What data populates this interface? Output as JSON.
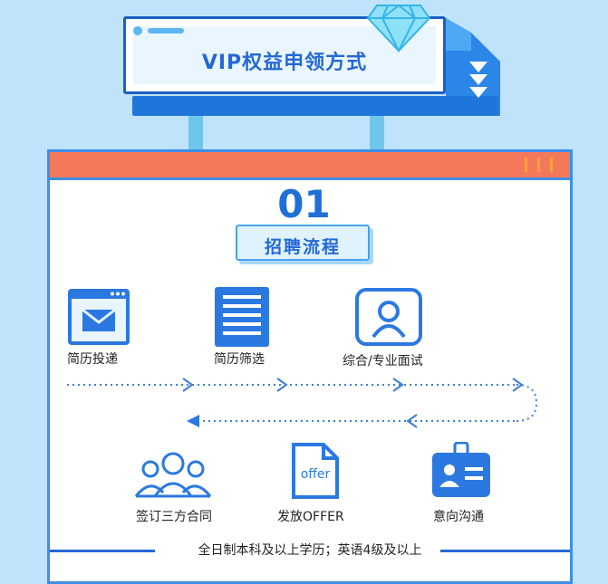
{
  "header": {
    "title": "VIP权益申领方式"
  },
  "section": {
    "number": "01",
    "title": "招聘流程"
  },
  "steps": [
    {
      "label": "简历投递",
      "icon": "email-window-icon"
    },
    {
      "label": "简历筛选",
      "icon": "document-icon"
    },
    {
      "label": "综合/专业面试",
      "icon": "user-profile-icon"
    },
    {
      "label": "意向沟通",
      "icon": "id-card-icon"
    },
    {
      "label": "发放OFFER",
      "icon": "offer-file-icon",
      "icon_text": "offer"
    },
    {
      "label": "签订三方合同",
      "icon": "group-people-icon"
    }
  ],
  "footer": {
    "requirement": "全日制本科及以上学历；英语4级及以上"
  },
  "colors": {
    "accent": "#2468d6",
    "background": "#bfe3fb",
    "header_strip": "#f4795a"
  }
}
